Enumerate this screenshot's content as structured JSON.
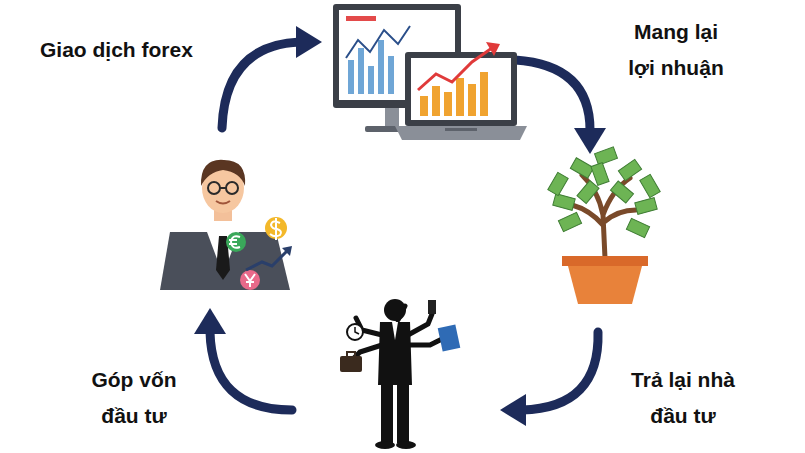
{
  "diagram": {
    "labels": [
      "Giao dịch forex",
      "Mang lại lợi nhuận",
      "Trả lại nhà đầu tư",
      "Góp vốn đầu tư"
    ]
  }
}
